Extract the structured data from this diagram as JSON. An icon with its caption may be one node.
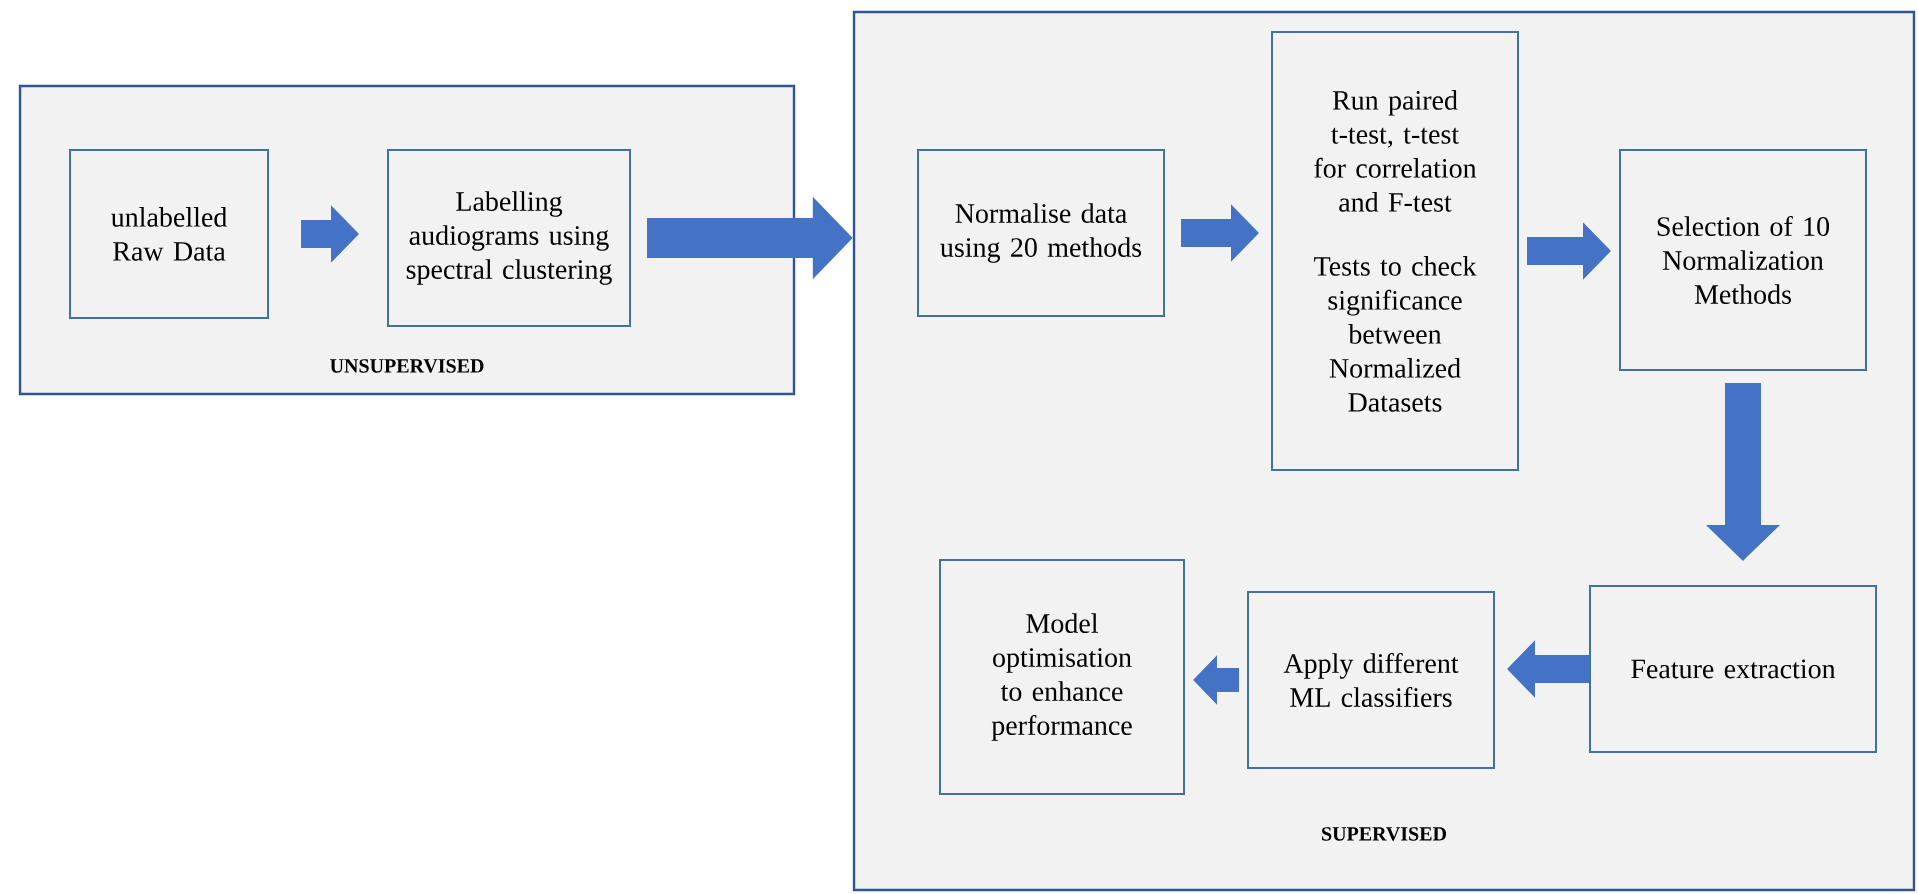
{
  "diagram": {
    "nodes": [
      {
        "text": [
          "UNSUPERVISED"
        ]
      },
      {
        "text": [
          "unlabelled Raw Data"
        ],
        "in": 0
      },
      {
        "text": [
          "Labelling audiograms using spectral clustering"
        ],
        "in": 0
      },
      {
        "text": [
          "SUPERVISED"
        ]
      },
      {
        "text": [
          "Normalise data using 20 methods"
        ],
        "in": 3
      },
      {
        "text": [
          "Run paired t-test, t-test for correlation and F-test",
          "Tests to check significance between Normalized Datasets"
        ],
        "in": 3
      },
      {
        "text": [
          "Selection of 10 Normalization Methods"
        ],
        "in": 3
      },
      {
        "text": [
          "Feature extraction"
        ],
        "in": 3
      },
      {
        "text": [
          "Apply different ML classifiers"
        ],
        "in": 3
      },
      {
        "text": [
          "Model optimisation to enhance performance"
        ],
        "in": 3
      }
    ],
    "edges": [
      {
        "from": 1,
        "to": 2,
        "arrow": "to"
      },
      {
        "from": 2,
        "to": 3,
        "arrow": "to"
      },
      {
        "from": 4,
        "to": 5,
        "arrow": "to"
      },
      {
        "from": 5,
        "to": 6,
        "arrow": "to"
      },
      {
        "from": 6,
        "to": 7,
        "arrow": "to"
      },
      {
        "from": 7,
        "to": 8,
        "arrow": "to"
      },
      {
        "from": 8,
        "to": 9,
        "arrow": "to"
      }
    ]
  }
}
